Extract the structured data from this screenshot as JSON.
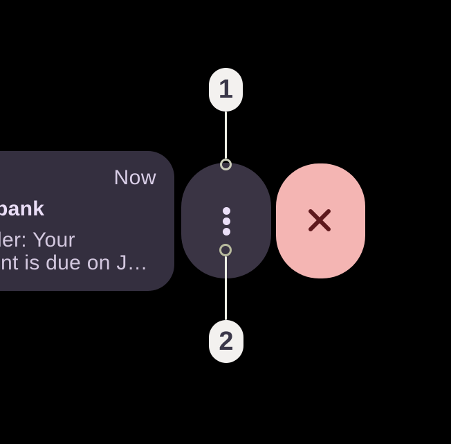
{
  "scene": {
    "description": "Android notification swiped to reveal action pills, with tutorial callouts",
    "background_color": "#000000"
  },
  "notification": {
    "timestamp": "Now",
    "title_fragment": "bank",
    "body_line1_fragment": "der: Your",
    "body_line2_fragment": "nt is due on J…",
    "colors": {
      "card": "#342f3f",
      "timestamp_text": "#d9cee7",
      "title_text": "#eadef7",
      "body_text": "#d3c8df"
    }
  },
  "actions": {
    "more_options": {
      "icon": "vertical-ellipsis-icon",
      "pill_color": "#3a3444",
      "dot_color": "#eadff7"
    },
    "dismiss": {
      "icon": "close-x-icon",
      "pill_color": "#f4b5b3",
      "icon_color": "#5e181c"
    }
  },
  "callouts": {
    "one": {
      "label": "1"
    },
    "two": {
      "label": "2"
    },
    "badge_color": "#f3f1ef",
    "badge_text_color": "#3a3749",
    "line_color": "#eef0e6",
    "ring_color": "#c2c5aa"
  }
}
